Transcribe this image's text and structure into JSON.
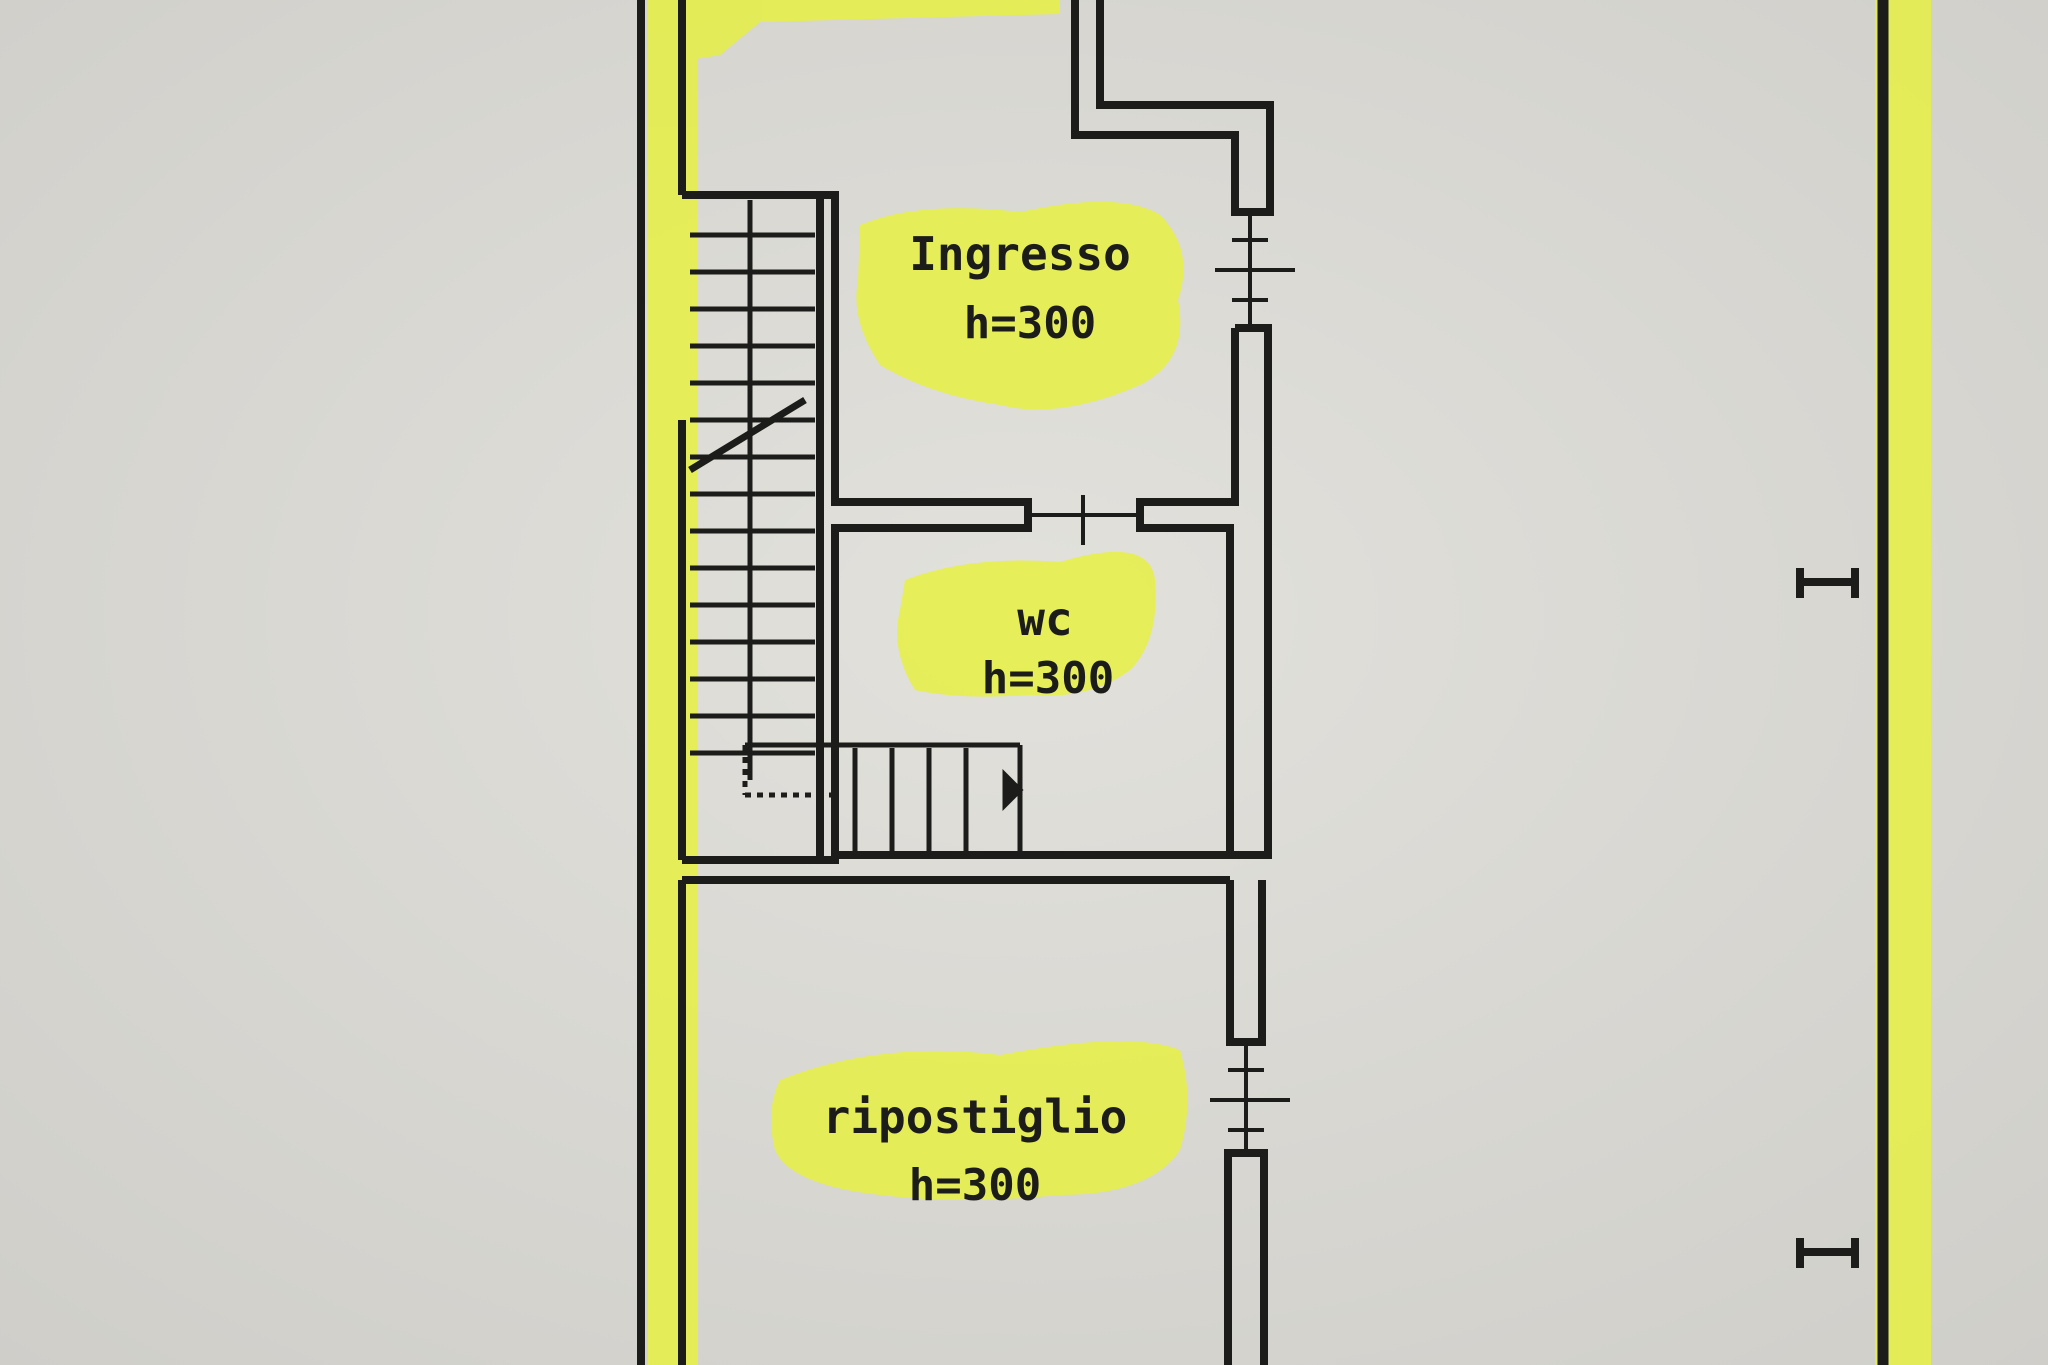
{
  "colors": {
    "paper": "#d9d8d3",
    "paper_light": "#e4e3de",
    "wall": "#1c1c1a",
    "highlight": "#e6f043"
  },
  "rooms": [
    {
      "id": "ingresso",
      "name": "Ingresso",
      "height": "h=300"
    },
    {
      "id": "wc",
      "name": "wc",
      "height": "h=300"
    },
    {
      "id": "ripostiglio",
      "name": "ripostiglio",
      "height": "h=300"
    }
  ]
}
